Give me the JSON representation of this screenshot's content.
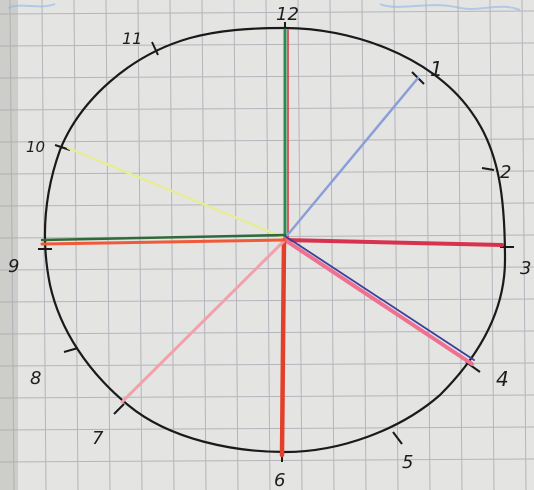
{
  "paper_color": "#e4e4e2",
  "grid_color": "#a9a9b2",
  "ink_color": "#1a1a1a",
  "clock_labels": [
    "12",
    "1",
    "2",
    "3",
    "4",
    "5",
    "6",
    "7",
    "8",
    "9",
    "10",
    "11"
  ],
  "hand_colors": {
    "to_12": "#2e8b4e",
    "to_1": "#8a9fd8",
    "to_3": "#d8334e",
    "to_4": "#3b3f9a",
    "to_4b": "#ef7090",
    "to_6": "#e2402a",
    "to_7": "#f2a0aa",
    "to_9": "#2f6b3a",
    "to_9b": "#f05a3a",
    "to_10": "#e6ec9a",
    "center_red": "#d33a45"
  }
}
